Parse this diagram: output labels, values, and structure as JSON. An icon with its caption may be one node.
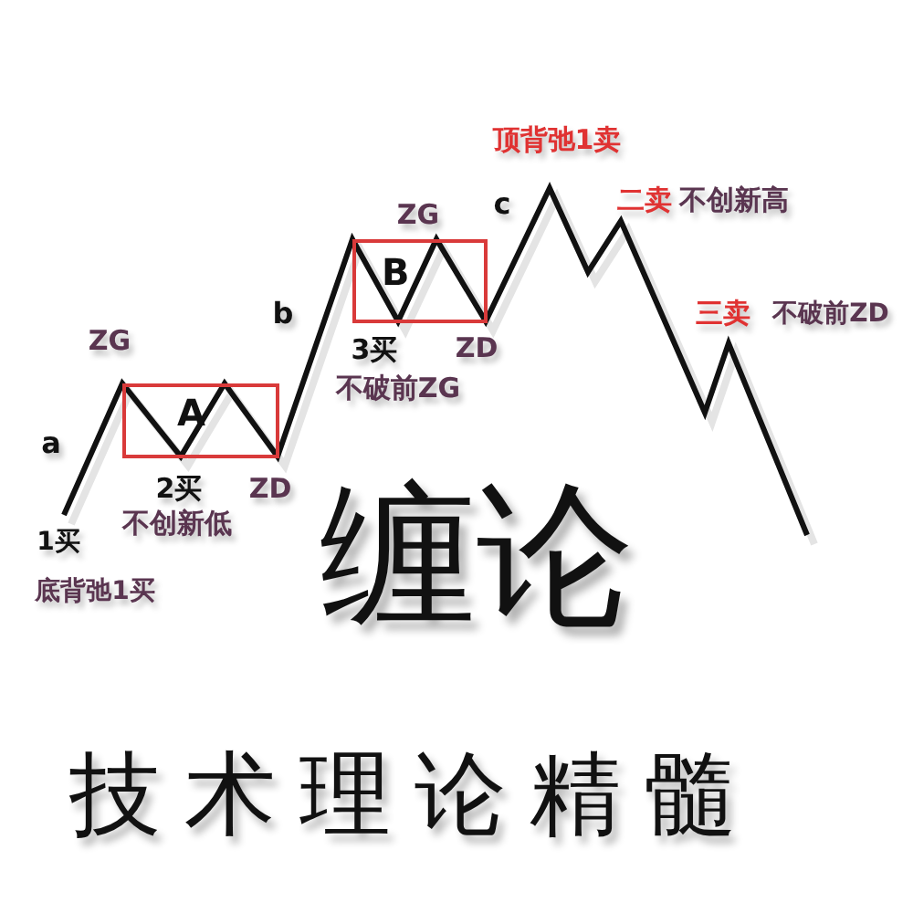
{
  "diagram": {
    "title": "缠论",
    "caption": "技术理论精髓",
    "nodes": [
      {
        "text": [
          "A"
        ]
      },
      {
        "text": [
          "B"
        ]
      }
    ],
    "edges": [],
    "labels": [
      "顶背弛1卖",
      "c",
      "二卖",
      "不创新高",
      "ZG",
      "b",
      "三卖",
      "不破前ZD",
      "ZG",
      "3买",
      "ZD",
      "不破前ZG",
      "a",
      "2买",
      "ZD",
      "不创新低",
      "1买",
      "底背弛1买"
    ]
  }
}
